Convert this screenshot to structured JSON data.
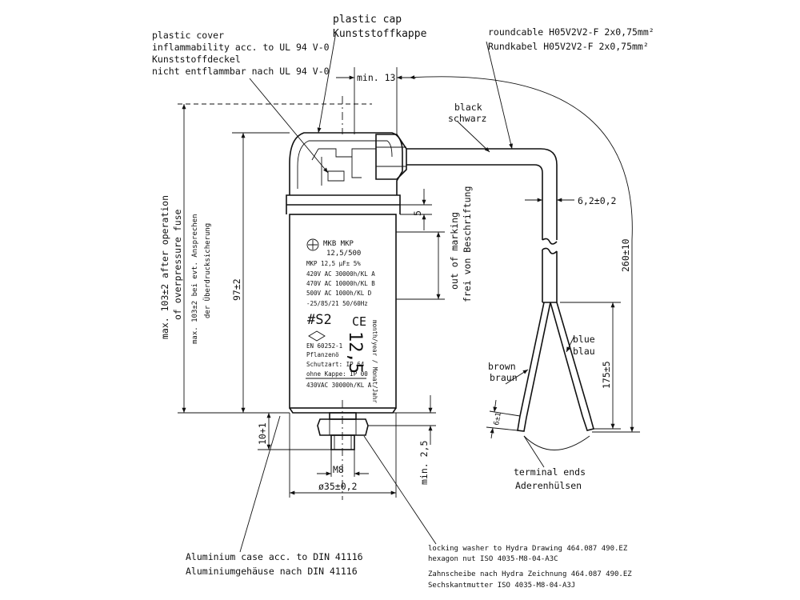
{
  "labels": {
    "plastic_cover": [
      "plastic cover",
      "inflammability acc. to UL 94 V-0",
      "Kunststoffdeckel",
      "nicht entflammbar nach UL 94 V-0"
    ],
    "plastic_cap": [
      "plastic cap",
      "Kunststoffkappe"
    ],
    "cable": [
      "roundcable H05V2V2-F 2x0,75mm²",
      "Rundkabel H05V2V2-F 2x0,75mm²"
    ],
    "black": [
      "black",
      "schwarz"
    ],
    "min13": "min. 13",
    "d62": "6,2±0,2",
    "l260": "260±10",
    "d5": "5",
    "out_of_marking": [
      "out of marking",
      "frei von Beschriftung"
    ],
    "max_left": [
      "max. 103±2 after operation",
      "of overpressure fuse",
      "max. 103±2 bei evt. Ansprechen",
      "der Überdrucksicherung"
    ],
    "h97": "97±2",
    "h10": "10+1",
    "m8": "M8",
    "min25": "min. 2,5",
    "d35": "ø35±0,2",
    "blue": [
      "blue",
      "blau"
    ],
    "brown": [
      "brown",
      "braun"
    ],
    "l175": "175±5",
    "l6": "6±1",
    "terminal_ends": [
      "terminal ends",
      "Aderenhülsen"
    ],
    "aluminium": [
      "Aluminium case acc. to DIN 41116",
      "Aluminiumgehäuse nach DIN 41116"
    ],
    "washer": [
      "locking washer to Hydra Drawing 464.087 490.EZ",
      "hexagon nut ISO 4035-M8-04-A3C",
      "Zahnscheibe nach Hydra Zeichnung 464.087 490.EZ",
      "Sechskantmutter ISO 4035-M8-04-A3J"
    ]
  },
  "label_plate": {
    "brand_line": "MKB MKP",
    "cap_rating": "12,5/500",
    "lines": [
      "MKP 12,5 µF± 5%",
      "420V AC 30000h/KL A",
      "470V AC 10000h/KL B",
      "500V AC 1000h/KL D",
      "-25/85/21 50/60Hz"
    ],
    "code": "#S2",
    "ce": "CE",
    "std_lines": [
      "EN 60252-1",
      "Pflanzenö",
      "Schutzart: IP 64",
      "ohne Kappe: IP 00",
      "430VAC 30000h/KL A"
    ],
    "big_value": "12,5",
    "date": "month/year / Monat/Jahr"
  }
}
